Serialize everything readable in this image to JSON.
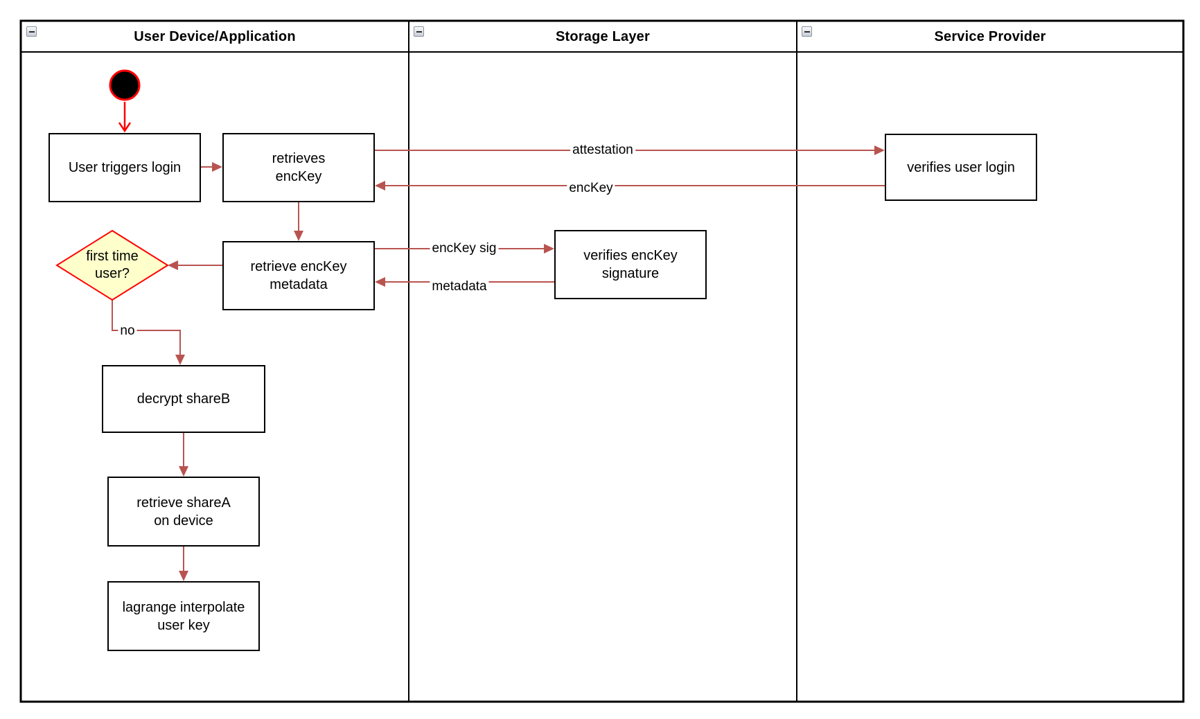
{
  "diagram": {
    "lanes": [
      {
        "title": "User Device/Application"
      },
      {
        "title": "Storage Layer"
      },
      {
        "title": "Service Provider"
      }
    ],
    "nodes": {
      "user_triggers_login": "User triggers login",
      "retrieves_enckey": "retrieves\nencKey",
      "retrieve_enckey_metadata": "retrieve encKey\nmetadata",
      "first_time_user": "first time\nuser?",
      "decrypt_shareb": "decrypt shareB",
      "retrieve_sharea_on_device": "retrieve shareA\non device",
      "lagrange_interpolate_user_key": "lagrange interpolate\nuser key",
      "verifies_enckey_signature": "verifies encKey\nsignature",
      "verifies_user_login": "verifies user login"
    },
    "edge_labels": {
      "attestation": "attestation",
      "enckey": "encKey",
      "enckey_sig": "encKey sig",
      "metadata": "metadata",
      "no": "no"
    },
    "icons": {
      "lane_collapse": "minus-icon"
    },
    "colors": {
      "flow_arrow": "#b85450",
      "start_accent": "#ff0000",
      "decision_fill": "#ffffcc",
      "decision_border": "#ff0000",
      "node_border": "#000000",
      "node_fill": "#ffffff",
      "background": "#ffffff"
    }
  }
}
